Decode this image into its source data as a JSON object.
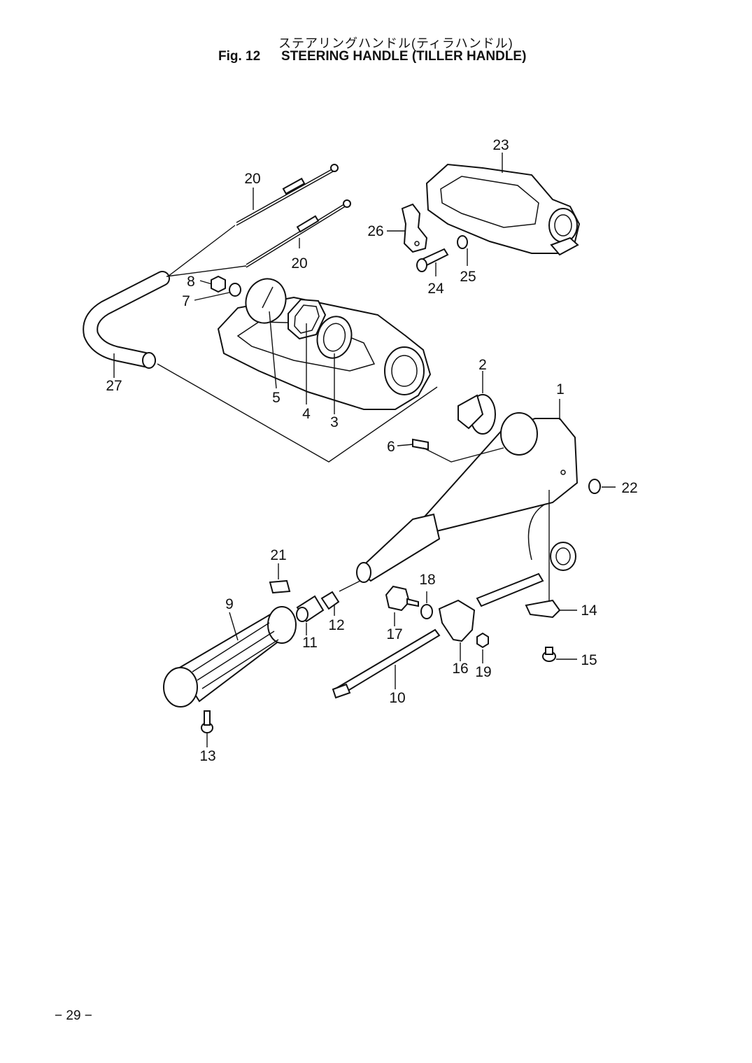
{
  "header": {
    "title_jp": "ステアリングハンドル(ティラハンドル)",
    "fig_label": "Fig. 12",
    "title_en": "STEERING HANDLE (TILLER HANDLE)"
  },
  "callouts": [
    "1",
    "2",
    "3",
    "4",
    "5",
    "6",
    "7",
    "8",
    "9",
    "10",
    "11",
    "12",
    "13",
    "14",
    "15",
    "16",
    "17",
    "18",
    "19",
    "20",
    "20",
    "21",
    "22",
    "23",
    "24",
    "25",
    "26",
    "27"
  ],
  "footer": {
    "page_number": "− 29 −"
  }
}
